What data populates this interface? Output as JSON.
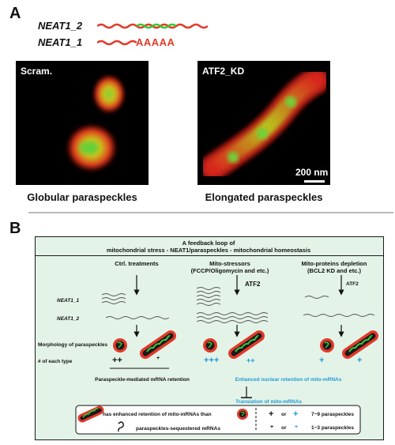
{
  "panel_a": {
    "letter": "A",
    "genes": [
      {
        "name": "NEAT1_2",
        "tail": ""
      },
      {
        "name": "NEAT1_1",
        "tail": "AAAAA"
      }
    ],
    "images": [
      {
        "label": "Scram.",
        "caption": "Globular paraspeckles"
      },
      {
        "label": "ATF2_KD",
        "caption": "Elongated paraspeckles",
        "scale_bar": "200 nm"
      }
    ]
  },
  "panel_b": {
    "letter": "B",
    "title_line1": "A feedback loop of",
    "title_line2": "mitochondrial stress - NEAT1/paraspeckles - mitochondrial homeostasis",
    "columns": [
      {
        "header": "Ctrl. treatments",
        "header2": "",
        "atf2": "",
        "counts": [
          "++",
          "+"
        ],
        "count_color": "#111111"
      },
      {
        "header": "Mito-stressors",
        "header2": "(FCCP/Oligomycin and etc.)",
        "atf2": "ATF2",
        "counts": [
          "+++",
          "++"
        ],
        "count_color": "#1f9ad6"
      },
      {
        "header": "Mito-proteins depletion",
        "header2": "(BCL2 KD and etc.)",
        "atf2": "ATF2",
        "counts": [
          "+",
          "+"
        ],
        "count_color": "#1f9ad6"
      }
    ],
    "row_labels": {
      "neat1_1": "NEAT1_1",
      "neat1_2": "NEAT1_2",
      "morphology": "Morphology of paraspeckles",
      "number": "# of each type"
    },
    "retention": "Paraspeckle-mediated mRNA retention",
    "enhanced": "Enhanced nuclear retention of mito-mRNAs",
    "translation": "Translation of mito-mRNAs",
    "legend": {
      "enhanced_text": "has enhanced retention of mito-mRNAs than",
      "sequestered_text": "paraspeckles-sequestered mRNAs",
      "symbol_big_black": "+",
      "symbol_big_blue": "+",
      "symbol_small_black": "+",
      "symbol_small_blue": "+",
      "or": "or",
      "range_high": "7~9 paraspeckles",
      "range_low": "1~3 paraspeckles"
    }
  },
  "colors": {
    "rna_red": "#e23a2a",
    "rna_green": "#3ac63a",
    "blue_accent": "#1f9ad6",
    "box_fill": "#e3f3e7"
  }
}
